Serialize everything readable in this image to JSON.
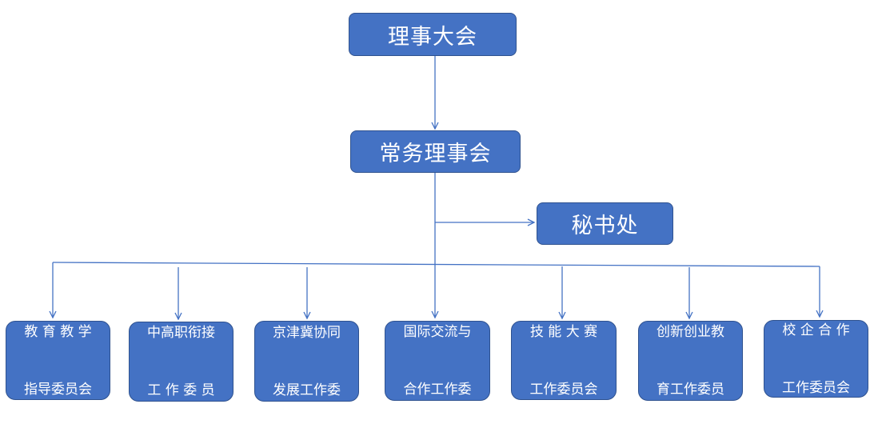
{
  "top": {
    "council": "理事大会",
    "standing": "常务理事会",
    "secretariat": "秘书处"
  },
  "committees": [
    {
      "line1": "教 育 教 学",
      "line2": "指导委员会"
    },
    {
      "line1": "中高职衔接",
      "line2": "工 作 委 员"
    },
    {
      "line1": "京津冀协同",
      "line2": "发展工作委"
    },
    {
      "line1": "国际交流与",
      "line2": "合作工作委"
    },
    {
      "line1": "技 能 大 赛",
      "line2": "工作委员会"
    },
    {
      "line1": "创新创业教",
      "line2": "育工作委员"
    },
    {
      "line1": "校 企 合 作",
      "line2": "工作委员会"
    }
  ],
  "colors": {
    "box_fill": "#4472c4",
    "box_border": "#2f528f",
    "connector": "#4472c4"
  }
}
